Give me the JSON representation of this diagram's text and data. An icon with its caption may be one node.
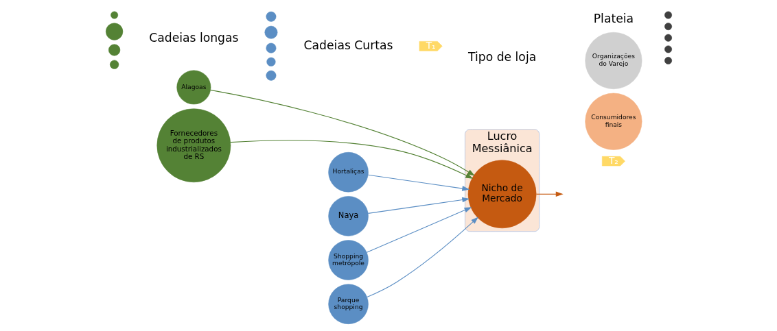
{
  "diagram": {
    "nodes": [
      {
        "text": [],
        "shape": "circle"
      },
      {
        "text": [],
        "shape": "circle"
      },
      {
        "text": [],
        "shape": "circle"
      },
      {
        "text": [
          "Alagoas"
        ]
      },
      {
        "text": [
          "Fornecedores de produtos industrializados de RS"
        ]
      },
      {
        "text": [],
        "shape": "circle"
      },
      {
        "text": [
          "Lucro Messiânica"
        ]
      },
      {
        "text": [
          "T₁"
        ]
      },
      {
        "text": [
          "T₂"
        ]
      },
      {
        "text": [],
        "shape": "circle"
      },
      {
        "text": [
          "Hortaliças"
        ]
      },
      {
        "text": [
          "Naya"
        ]
      },
      {
        "text": [
          "Nicho de Mercado"
        ],
        "in": 6
      },
      {
        "text": [],
        "shape": "circle"
      },
      {
        "text": [],
        "shape": "circle"
      },
      {
        "text": [],
        "shape": "circle"
      },
      {
        "text": [],
        "shape": "circle"
      },
      {
        "text": [
          "Shopping metrópole"
        ]
      },
      {
        "text": [
          "Parque shopping"
        ]
      },
      {
        "text": [],
        "shape": "circle"
      },
      {
        "text": [],
        "shape": "circle"
      },
      {
        "text": [],
        "shape": "circle"
      },
      {
        "text": [
          "Consumidores finais"
        ]
      },
      {
        "text": [
          "Organizações do Varejo"
        ]
      },
      {
        "text": [],
        "shape": "circle"
      },
      {
        "text": [],
        "shape": "circle"
      }
    ],
    "edges": [
      {
        "from": 4,
        "to": 12,
        "arrow": "to",
        "color": "#548235"
      },
      {
        "from": 3,
        "to": 12,
        "arrow": "to",
        "color": "#548235"
      },
      {
        "from": 10,
        "to": 12,
        "arrow": "to"
      },
      {
        "from": 11,
        "to": 12,
        "arrow": "to"
      },
      {
        "from": 17,
        "to": 12,
        "arrow": "to"
      },
      {
        "from": 18,
        "to": 12,
        "arrow": "to"
      },
      {
        "from": 12,
        "to": null,
        "arrow": "to",
        "color": "#c55a11"
      }
    ],
    "labels": [
      "Cadeias longas",
      "Cadeias Curtas",
      "Tipo de loja",
      "Plateia"
    ]
  }
}
